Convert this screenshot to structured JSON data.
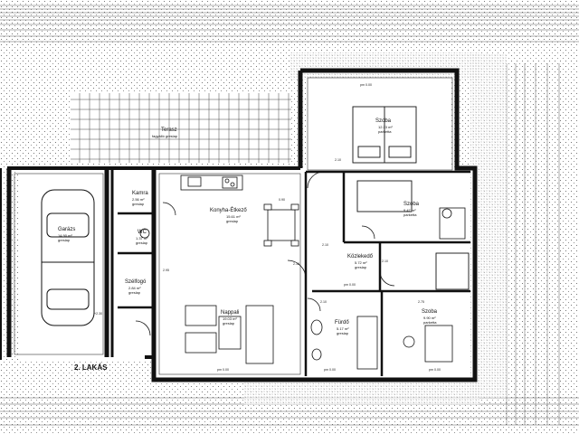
{
  "apartment_label": "2. LAKÁS",
  "rooms": {
    "garazs": {
      "name": "Garázs",
      "area": "14.90 m²",
      "floor": "greslap"
    },
    "terasz": {
      "name": "Terasz",
      "area": "",
      "floor": "fagyálló greslap"
    },
    "szoba1": {
      "name": "Szoba",
      "area": "12.33 m²",
      "floor": "parketta"
    },
    "kamra": {
      "name": "Kamra",
      "area": "2.56 m²",
      "floor": "greslap"
    },
    "konyha": {
      "name": "Konyha-Étkező",
      "area": "15.61 m²",
      "floor": "greslap"
    },
    "wc": {
      "name": "WC",
      "area": "1.37 m²",
      "floor": "greslap"
    },
    "szelfogo": {
      "name": "Szélfogó",
      "area": "2.84 m²",
      "floor": "greslap"
    },
    "nappali": {
      "name": "Nappali",
      "area": "19.03 m²",
      "floor": "greslap"
    },
    "kozlekedo": {
      "name": "Közlekedő",
      "area": "5.72 m²",
      "floor": "greslap"
    },
    "szoba2": {
      "name": "Szoba",
      "area": "9.47 m²",
      "floor": "parketta"
    },
    "szoba3": {
      "name": "Szoba",
      "area": "9.90 m²",
      "floor": "parketta"
    },
    "furdo": {
      "name": "Fürdő",
      "area": "5.17 m²",
      "floor": "greslap"
    }
  },
  "heights": {
    "szoba1": "pm 0.00",
    "nappali": "pm 0.00",
    "furdo": "pm 0.00",
    "szoba3": "pm 0.00",
    "kozlekedo": "pm 0.00"
  },
  "dimensions": {
    "d1": "2.10",
    "d2": "2.10",
    "d3": "0.90",
    "d4": "2.10",
    "d5": "2.10",
    "d6": "2.75",
    "d7": "2.10",
    "d8": "2.95",
    "d9": "+2.30"
  }
}
